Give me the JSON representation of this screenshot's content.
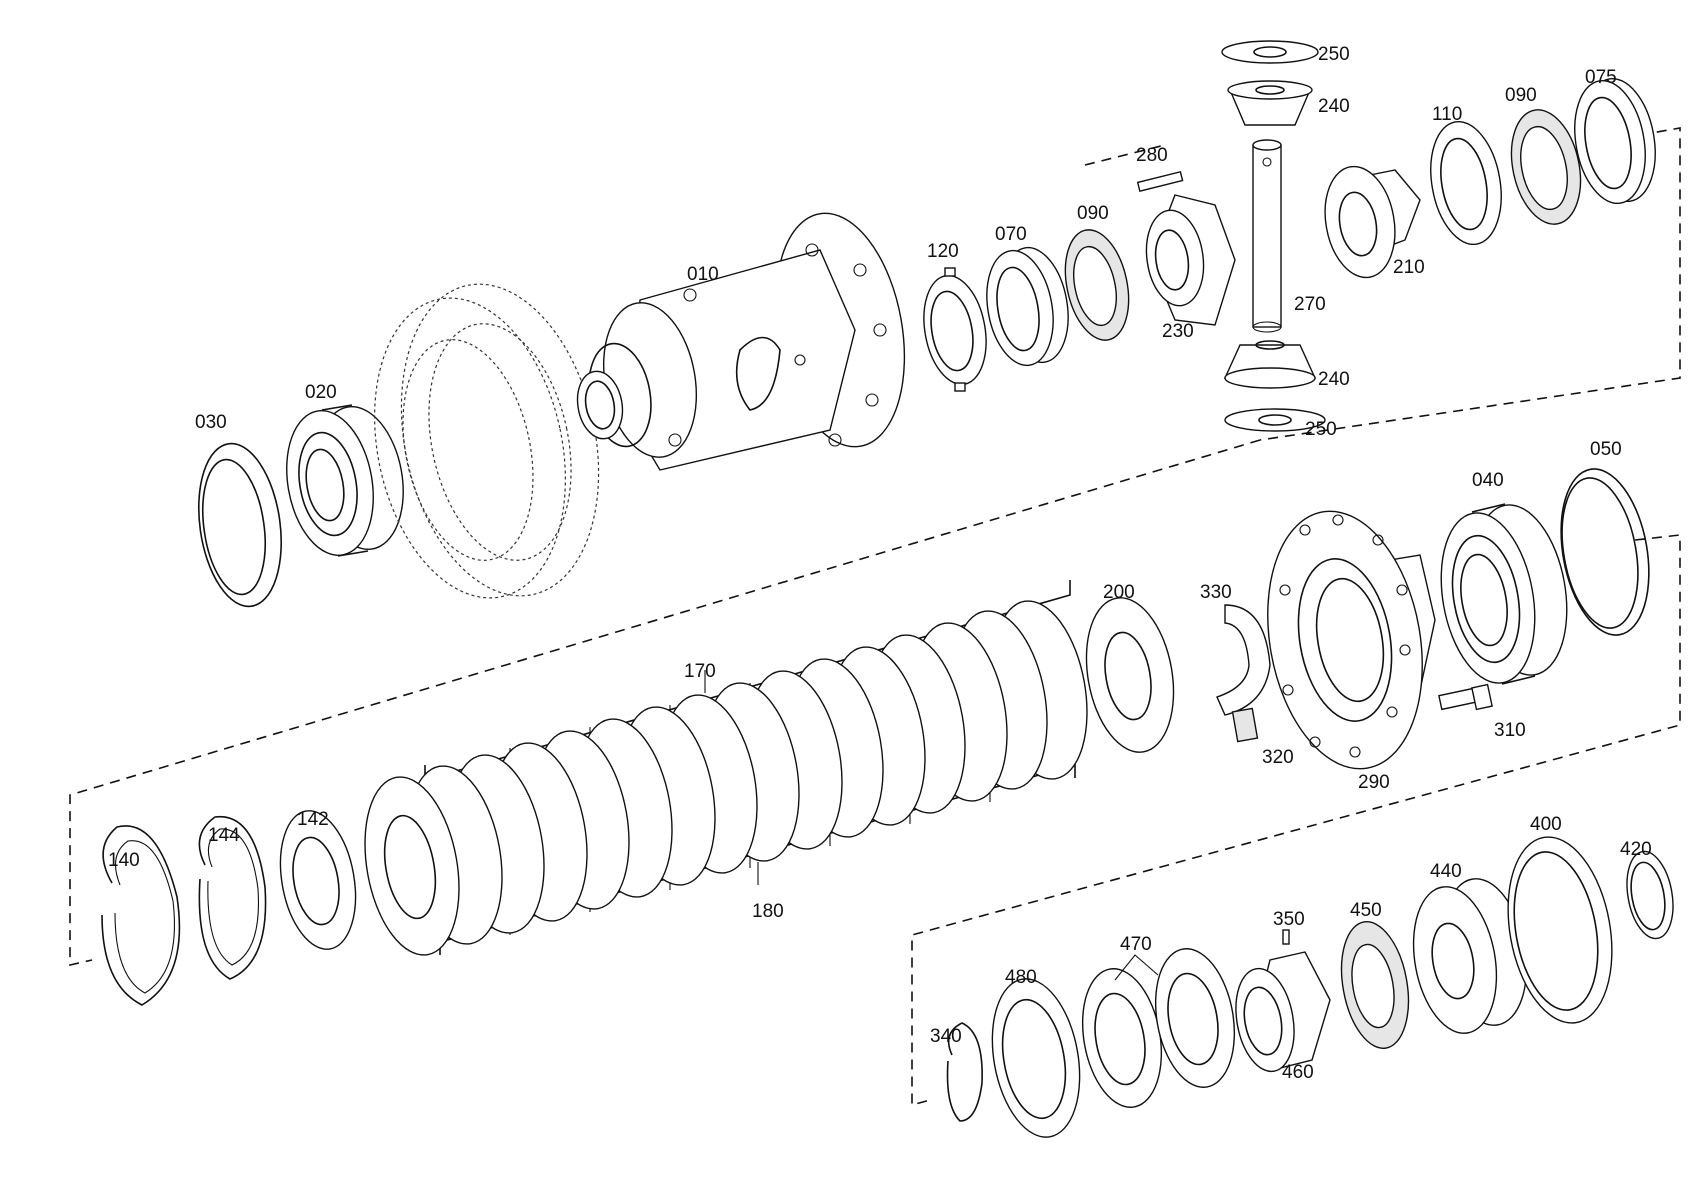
{
  "diagram": {
    "part_labels": {
      "p010": "010",
      "p020": "020",
      "p030": "030",
      "p040": "040",
      "p050": "050",
      "p070": "070",
      "p075": "075",
      "p090a": "090",
      "p090b": "090",
      "p110": "110",
      "p120": "120",
      "p140": "140",
      "p142": "142",
      "p144": "144",
      "p170": "170",
      "p180": "180",
      "p200": "200",
      "p210": "210",
      "p230": "230",
      "p240a": "240",
      "p240b": "240",
      "p250a": "250",
      "p250b": "250",
      "p270": "270",
      "p280": "280",
      "p290": "290",
      "p310": "310",
      "p320": "320",
      "p330": "330",
      "p340": "340",
      "p350": "350",
      "p400": "400",
      "p420": "420",
      "p440": "440",
      "p450": "450",
      "p460": "460",
      "p470": "470",
      "p480": "480"
    }
  }
}
